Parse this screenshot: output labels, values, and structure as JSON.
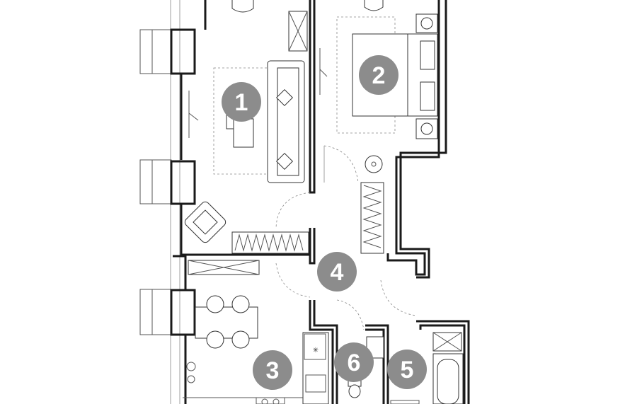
{
  "plan": {
    "rooms": [
      {
        "id": "room-1",
        "label": "1"
      },
      {
        "id": "room-2",
        "label": "2"
      },
      {
        "id": "room-3",
        "label": "3"
      },
      {
        "id": "room-4",
        "label": "4"
      },
      {
        "id": "room-5",
        "label": "5"
      },
      {
        "id": "room-6",
        "label": "6"
      }
    ],
    "colors": {
      "badge": "#8c8c8c",
      "wall": "#1a1a1a",
      "line": "#555555",
      "background": "#ffffff"
    }
  }
}
